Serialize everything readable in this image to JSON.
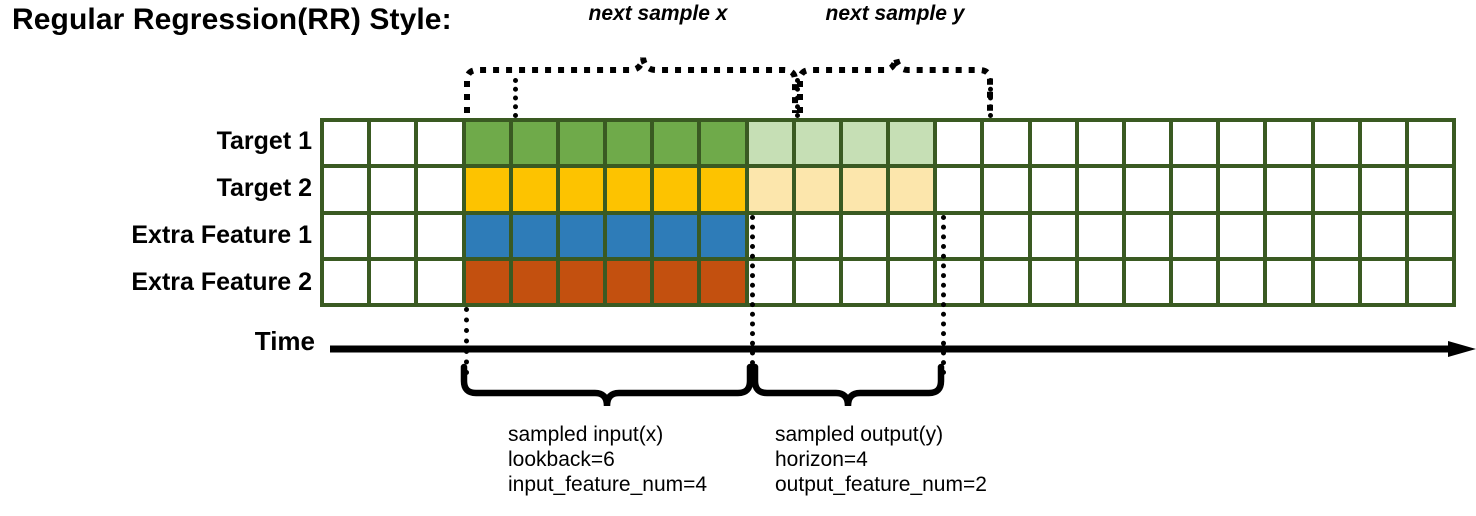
{
  "title": "Regular Regression(RR) Style:",
  "rows": [
    {
      "label": "Target 1",
      "name": "row-target-1"
    },
    {
      "label": "Target 2",
      "name": "row-target-2"
    },
    {
      "label": "Extra Feature 1",
      "name": "row-extra-feature-1"
    },
    {
      "label": "Extra Feature 2",
      "name": "row-extra-feature-2"
    }
  ],
  "grid": {
    "columns": 24,
    "leading_blank_columns": 3,
    "input_columns": 6,
    "output_columns": 4,
    "trailing_blank_columns": 11,
    "cell_classes": [
      [
        "",
        "",
        "",
        "c-green",
        "c-green",
        "c-green",
        "c-green",
        "c-green",
        "c-green",
        "c-green-l",
        "c-green-l",
        "c-green-l",
        "c-green-l",
        "",
        "",
        "",
        "",
        "",
        "",
        "",
        "",
        "",
        "",
        ""
      ],
      [
        "",
        "",
        "",
        "c-gold",
        "c-gold",
        "c-gold",
        "c-gold",
        "c-gold",
        "c-gold",
        "c-gold-l",
        "c-gold-l",
        "c-gold-l",
        "c-gold-l",
        "",
        "",
        "",
        "",
        "",
        "",
        "",
        "",
        "",
        "",
        ""
      ],
      [
        "",
        "",
        "",
        "c-blue",
        "c-blue",
        "c-blue",
        "c-blue",
        "c-blue",
        "c-blue",
        "",
        "",
        "",
        "",
        "",
        "",
        "",
        "",
        "",
        "",
        "",
        "",
        "",
        "",
        ""
      ],
      [
        "",
        "",
        "",
        "c-orange",
        "c-orange",
        "c-orange",
        "c-orange",
        "c-orange",
        "c-orange",
        "",
        "",
        "",
        "",
        "",
        "",
        "",
        "",
        "",
        "",
        "",
        "",
        "",
        "",
        ""
      ]
    ]
  },
  "colors": {
    "border": "#3a5a22",
    "target_1": "#6faa4a",
    "target_1_faded": "#c6dfb5",
    "target_2": "#fdc300",
    "target_2_faded": "#fce6ac",
    "extra_feature_1": "#2e7cb8",
    "extra_feature_2": "#c3500f",
    "line": "#000000"
  },
  "time_axis": {
    "label": "Time"
  },
  "top_braces": [
    {
      "label": "next sample x",
      "name": "next-sample-x"
    },
    {
      "label": "next sample y",
      "name": "next-sample-y"
    }
  ],
  "bottom_captions": [
    {
      "name": "sampled-input",
      "line1": "sampled input(x)",
      "line2": "lookback=6",
      "line3": "input_feature_num=4"
    },
    {
      "name": "sampled-output",
      "line1": "sampled output(y)",
      "line2": "horizon=4",
      "line3": "output_feature_num=2"
    }
  ]
}
